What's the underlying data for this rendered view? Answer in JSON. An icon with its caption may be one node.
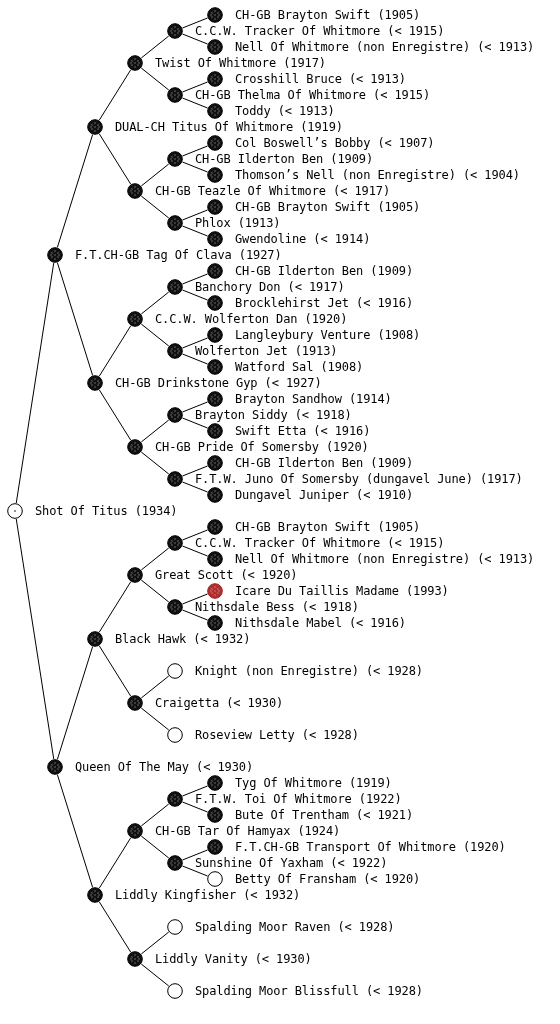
{
  "diagram": {
    "nodes": [
      {
        "text": [
          "CH-GB Brayton Swift (1905)"
        ]
      },
      {
        "text": [
          "C.C.W. Tracker Of Whitmore (< 1915)"
        ]
      },
      {
        "text": [
          "Nell Of Whitmore (non Enregistre) (< 1913)"
        ]
      },
      {
        "text": [
          "Twist Of Whitmore (1917)"
        ]
      },
      {
        "text": [
          "Crosshill Bruce (< 1913)"
        ]
      },
      {
        "text": [
          "CH-GB Thelma Of Whitmore (< 1915)"
        ]
      },
      {
        "text": [
          "Toddy (< 1913)"
        ]
      },
      {
        "text": [
          "DUAL-CH Titus Of Whitmore (1919)"
        ]
      },
      {
        "text": [
          "Col Boswell’s Bobby (< 1907)"
        ]
      },
      {
        "text": [
          "CH-GB Ilderton Ben (1909)"
        ]
      },
      {
        "text": [
          "Thomson’s Nell (non Enregistre) (< 1904)"
        ]
      },
      {
        "text": [
          "CH-GB Teazle Of Whitmore (< 1917)"
        ]
      },
      {
        "text": [
          "CH-GB Brayton Swift (1905)"
        ]
      },
      {
        "text": [
          "Phlox (1913)"
        ]
      },
      {
        "text": [
          "Gwendoline (< 1914)"
        ]
      },
      {
        "text": [
          "F.T.CH-GB Tag Of Clava (1927)"
        ]
      },
      {
        "text": [
          "CH-GB Ilderton Ben (1909)"
        ]
      },
      {
        "text": [
          "Banchory Don (< 1917)"
        ]
      },
      {
        "text": [
          "Brocklehirst Jet (< 1916)"
        ]
      },
      {
        "text": [
          "C.C.W. Wolferton Dan (1920)"
        ]
      },
      {
        "text": [
          "Langleybury Venture (1908)"
        ]
      },
      {
        "text": [
          "Wolferton Jet (1913)"
        ]
      },
      {
        "text": [
          "Watford Sal (1908)"
        ]
      },
      {
        "text": [
          "CH-GB Drinkstone Gyp (< 1927)"
        ]
      },
      {
        "text": [
          "Brayton Sandhow (1914)"
        ]
      },
      {
        "text": [
          "Brayton Siddy (< 1918)"
        ]
      },
      {
        "text": [
          "Swift Etta (< 1916)"
        ]
      },
      {
        "text": [
          "CH-GB Pride Of Somersby (1920)"
        ]
      },
      {
        "text": [
          "CH-GB Ilderton Ben (1909)"
        ]
      },
      {
        "text": [
          "F.T.W. Juno Of Somersby (dungavel June) (1917)"
        ]
      },
      {
        "text": [
          "Dungavel Juniper (< 1910)"
        ]
      },
      {
        "text": [
          "Shot Of Titus (1934)"
        ]
      },
      {
        "text": [
          "CH-GB Brayton Swift (1905)"
        ]
      },
      {
        "text": [
          "C.C.W. Tracker Of Whitmore (< 1915)"
        ]
      },
      {
        "text": [
          "Nell Of Whitmore (non Enregistre) (< 1913)"
        ]
      },
      {
        "text": [
          "Great Scott (< 1920)"
        ]
      },
      {
        "text": [
          "Icare Du Taillis Madame (1993)"
        ]
      },
      {
        "text": [
          "Nithsdale Bess (< 1918)"
        ]
      },
      {
        "text": [
          "Nithsdale Mabel (< 1916)"
        ]
      },
      {
        "text": [
          "Black Hawk (< 1932)"
        ]
      },
      {
        "text": [
          "Knight (non Enregistre) (< 1928)"
        ]
      },
      {
        "text": [
          "Craigetta (< 1930)"
        ]
      },
      {
        "text": [
          "Roseview Letty (< 1928)"
        ]
      },
      {
        "text": [
          "Queen Of The May (< 1930)"
        ]
      },
      {
        "text": [
          "Tyg Of Whitmore (1919)"
        ]
      },
      {
        "text": [
          "F.T.W. Toi Of Whitmore (1922)"
        ]
      },
      {
        "text": [
          "Bute Of Trentham (< 1921)"
        ]
      },
      {
        "text": [
          "CH-GB Tar Of Hamyax (1924)"
        ]
      },
      {
        "text": [
          "F.T.CH-GB Transport Of Whitmore (1920)"
        ]
      },
      {
        "text": [
          "Sunshine Of Yaxham (< 1922)"
        ]
      },
      {
        "text": [
          "Betty Of Fransham (< 1920)"
        ]
      },
      {
        "text": [
          "Liddly Kingfisher (< 1932)"
        ]
      },
      {
        "text": [
          "Spalding Moor Raven (< 1928)"
        ]
      },
      {
        "text": [
          "Liddly Vanity (< 1930)"
        ]
      },
      {
        "text": [
          "Spalding Moor Blissfull (< 1928)"
        ]
      }
    ],
    "edges": [
      {
        "from": 31,
        "to": 15,
        "arrow": "none"
      },
      {
        "from": 31,
        "to": 43,
        "arrow": "none"
      },
      {
        "from": 15,
        "to": 7,
        "arrow": "none"
      },
      {
        "from": 15,
        "to": 23,
        "arrow": "none"
      },
      {
        "from": 7,
        "to": 3,
        "arrow": "none"
      },
      {
        "from": 7,
        "to": 11,
        "arrow": "none"
      },
      {
        "from": 3,
        "to": 1,
        "arrow": "none"
      },
      {
        "from": 3,
        "to": 5,
        "arrow": "none"
      },
      {
        "from": 1,
        "to": 0,
        "arrow": "none"
      },
      {
        "from": 1,
        "to": 2,
        "arrow": "none"
      },
      {
        "from": 5,
        "to": 4,
        "arrow": "none"
      },
      {
        "from": 5,
        "to": 6,
        "arrow": "none"
      },
      {
        "from": 11,
        "to": 9,
        "arrow": "none"
      },
      {
        "from": 11,
        "to": 13,
        "arrow": "none"
      },
      {
        "from": 9,
        "to": 8,
        "arrow": "none"
      },
      {
        "from": 9,
        "to": 10,
        "arrow": "none"
      },
      {
        "from": 13,
        "to": 12,
        "arrow": "none"
      },
      {
        "from": 13,
        "to": 14,
        "arrow": "none"
      },
      {
        "from": 23,
        "to": 19,
        "arrow": "none"
      },
      {
        "from": 23,
        "to": 27,
        "arrow": "none"
      },
      {
        "from": 19,
        "to": 17,
        "arrow": "none"
      },
      {
        "from": 19,
        "to": 21,
        "arrow": "none"
      },
      {
        "from": 17,
        "to": 16,
        "arrow": "none"
      },
      {
        "from": 17,
        "to": 18,
        "arrow": "none"
      },
      {
        "from": 21,
        "to": 20,
        "arrow": "none"
      },
      {
        "from": 21,
        "to": 22,
        "arrow": "none"
      },
      {
        "from": 27,
        "to": 25,
        "arrow": "none"
      },
      {
        "from": 27,
        "to": 29,
        "arrow": "none"
      },
      {
        "from": 25,
        "to": 24,
        "arrow": "none"
      },
      {
        "from": 25,
        "to": 26,
        "arrow": "none"
      },
      {
        "from": 29,
        "to": 28,
        "arrow": "none"
      },
      {
        "from": 29,
        "to": 30,
        "arrow": "none"
      },
      {
        "from": 43,
        "to": 39,
        "arrow": "none"
      },
      {
        "from": 43,
        "to": 51,
        "arrow": "none"
      },
      {
        "from": 39,
        "to": 35,
        "arrow": "none"
      },
      {
        "from": 39,
        "to": 41,
        "arrow": "none"
      },
      {
        "from": 35,
        "to": 33,
        "arrow": "none"
      },
      {
        "from": 35,
        "to": 37,
        "arrow": "none"
      },
      {
        "from": 33,
        "to": 32,
        "arrow": "none"
      },
      {
        "from": 33,
        "to": 34,
        "arrow": "none"
      },
      {
        "from": 37,
        "to": 36,
        "arrow": "none"
      },
      {
        "from": 37,
        "to": 38,
        "arrow": "none"
      },
      {
        "from": 41,
        "to": 40,
        "arrow": "none"
      },
      {
        "from": 41,
        "to": 42,
        "arrow": "none"
      },
      {
        "from": 51,
        "to": 47,
        "arrow": "none"
      },
      {
        "from": 51,
        "to": 53,
        "arrow": "none"
      },
      {
        "from": 47,
        "to": 45,
        "arrow": "none"
      },
      {
        "from": 47,
        "to": 49,
        "arrow": "none"
      },
      {
        "from": 45,
        "to": 44,
        "arrow": "none"
      },
      {
        "from": 45,
        "to": 46,
        "arrow": "none"
      },
      {
        "from": 49,
        "to": 48,
        "arrow": "none"
      },
      {
        "from": 49,
        "to": 50,
        "arrow": "none"
      },
      {
        "from": 53,
        "to": 52,
        "arrow": "none"
      },
      {
        "from": 53,
        "to": 54,
        "arrow": "none"
      }
    ]
  }
}
